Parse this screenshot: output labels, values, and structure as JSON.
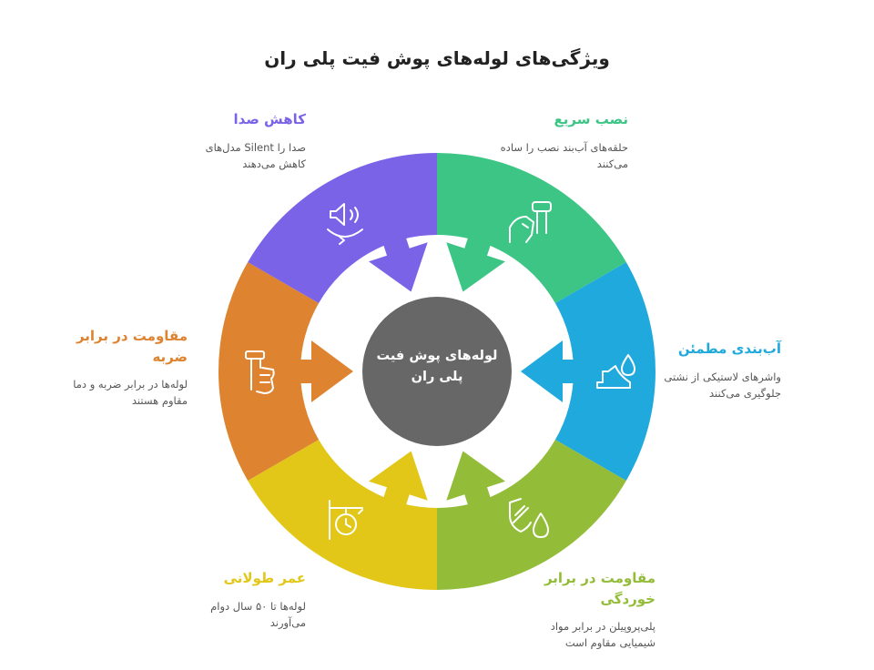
{
  "title": "ویژگی‌های لوله‌های پوش فیت پلی ران",
  "center": {
    "line1": "لوله‌های پوش فیت",
    "line2": "پلی ران"
  },
  "features": [
    {
      "id": "quick-install",
      "title": "نصب سریع",
      "desc": [
        "حلقه‌های آب‌بند نصب را ساده",
        "می‌کنند"
      ],
      "color": "#3dc585",
      "icon": "hand-pipe-icon"
    },
    {
      "id": "sealing",
      "title": "آب‌بندی مطمئن",
      "desc": [
        "واشرهای لاستیکی از نشتی",
        "جلوگیری می‌کنند"
      ],
      "color": "#20a9dc",
      "icon": "water-drop-icon"
    },
    {
      "id": "corrosion",
      "title": "مقاومت در برابر خوردگی",
      "desc": [
        "پلی‌پروپیلن در برابر مواد",
        "شیمیایی مقاوم است"
      ],
      "color": "#93bc38",
      "icon": "shield-drop-icon"
    },
    {
      "id": "durability",
      "title": "عمر طولانی",
      "desc": [
        "لوله‌ها تا ۵۰ سال دوام",
        "می‌آورند"
      ],
      "color": "#e2c718",
      "icon": "timer-sign-icon"
    },
    {
      "id": "impact",
      "title": "مقاومت در برابر ضربه",
      "desc": [
        "لوله‌ها در برابر ضربه و دما",
        "مقاوم هستند"
      ],
      "color": "#de8330",
      "icon": "hand-grip-icon"
    },
    {
      "id": "noise",
      "title": "کاهش صدا",
      "desc": [
        "صدا را Silent مدل‌های",
        "کاهش می‌دهند"
      ],
      "color": "#7b63e8",
      "icon": "speaker-icon"
    }
  ],
  "colors": {
    "center": "#676767",
    "title": "#222222"
  }
}
